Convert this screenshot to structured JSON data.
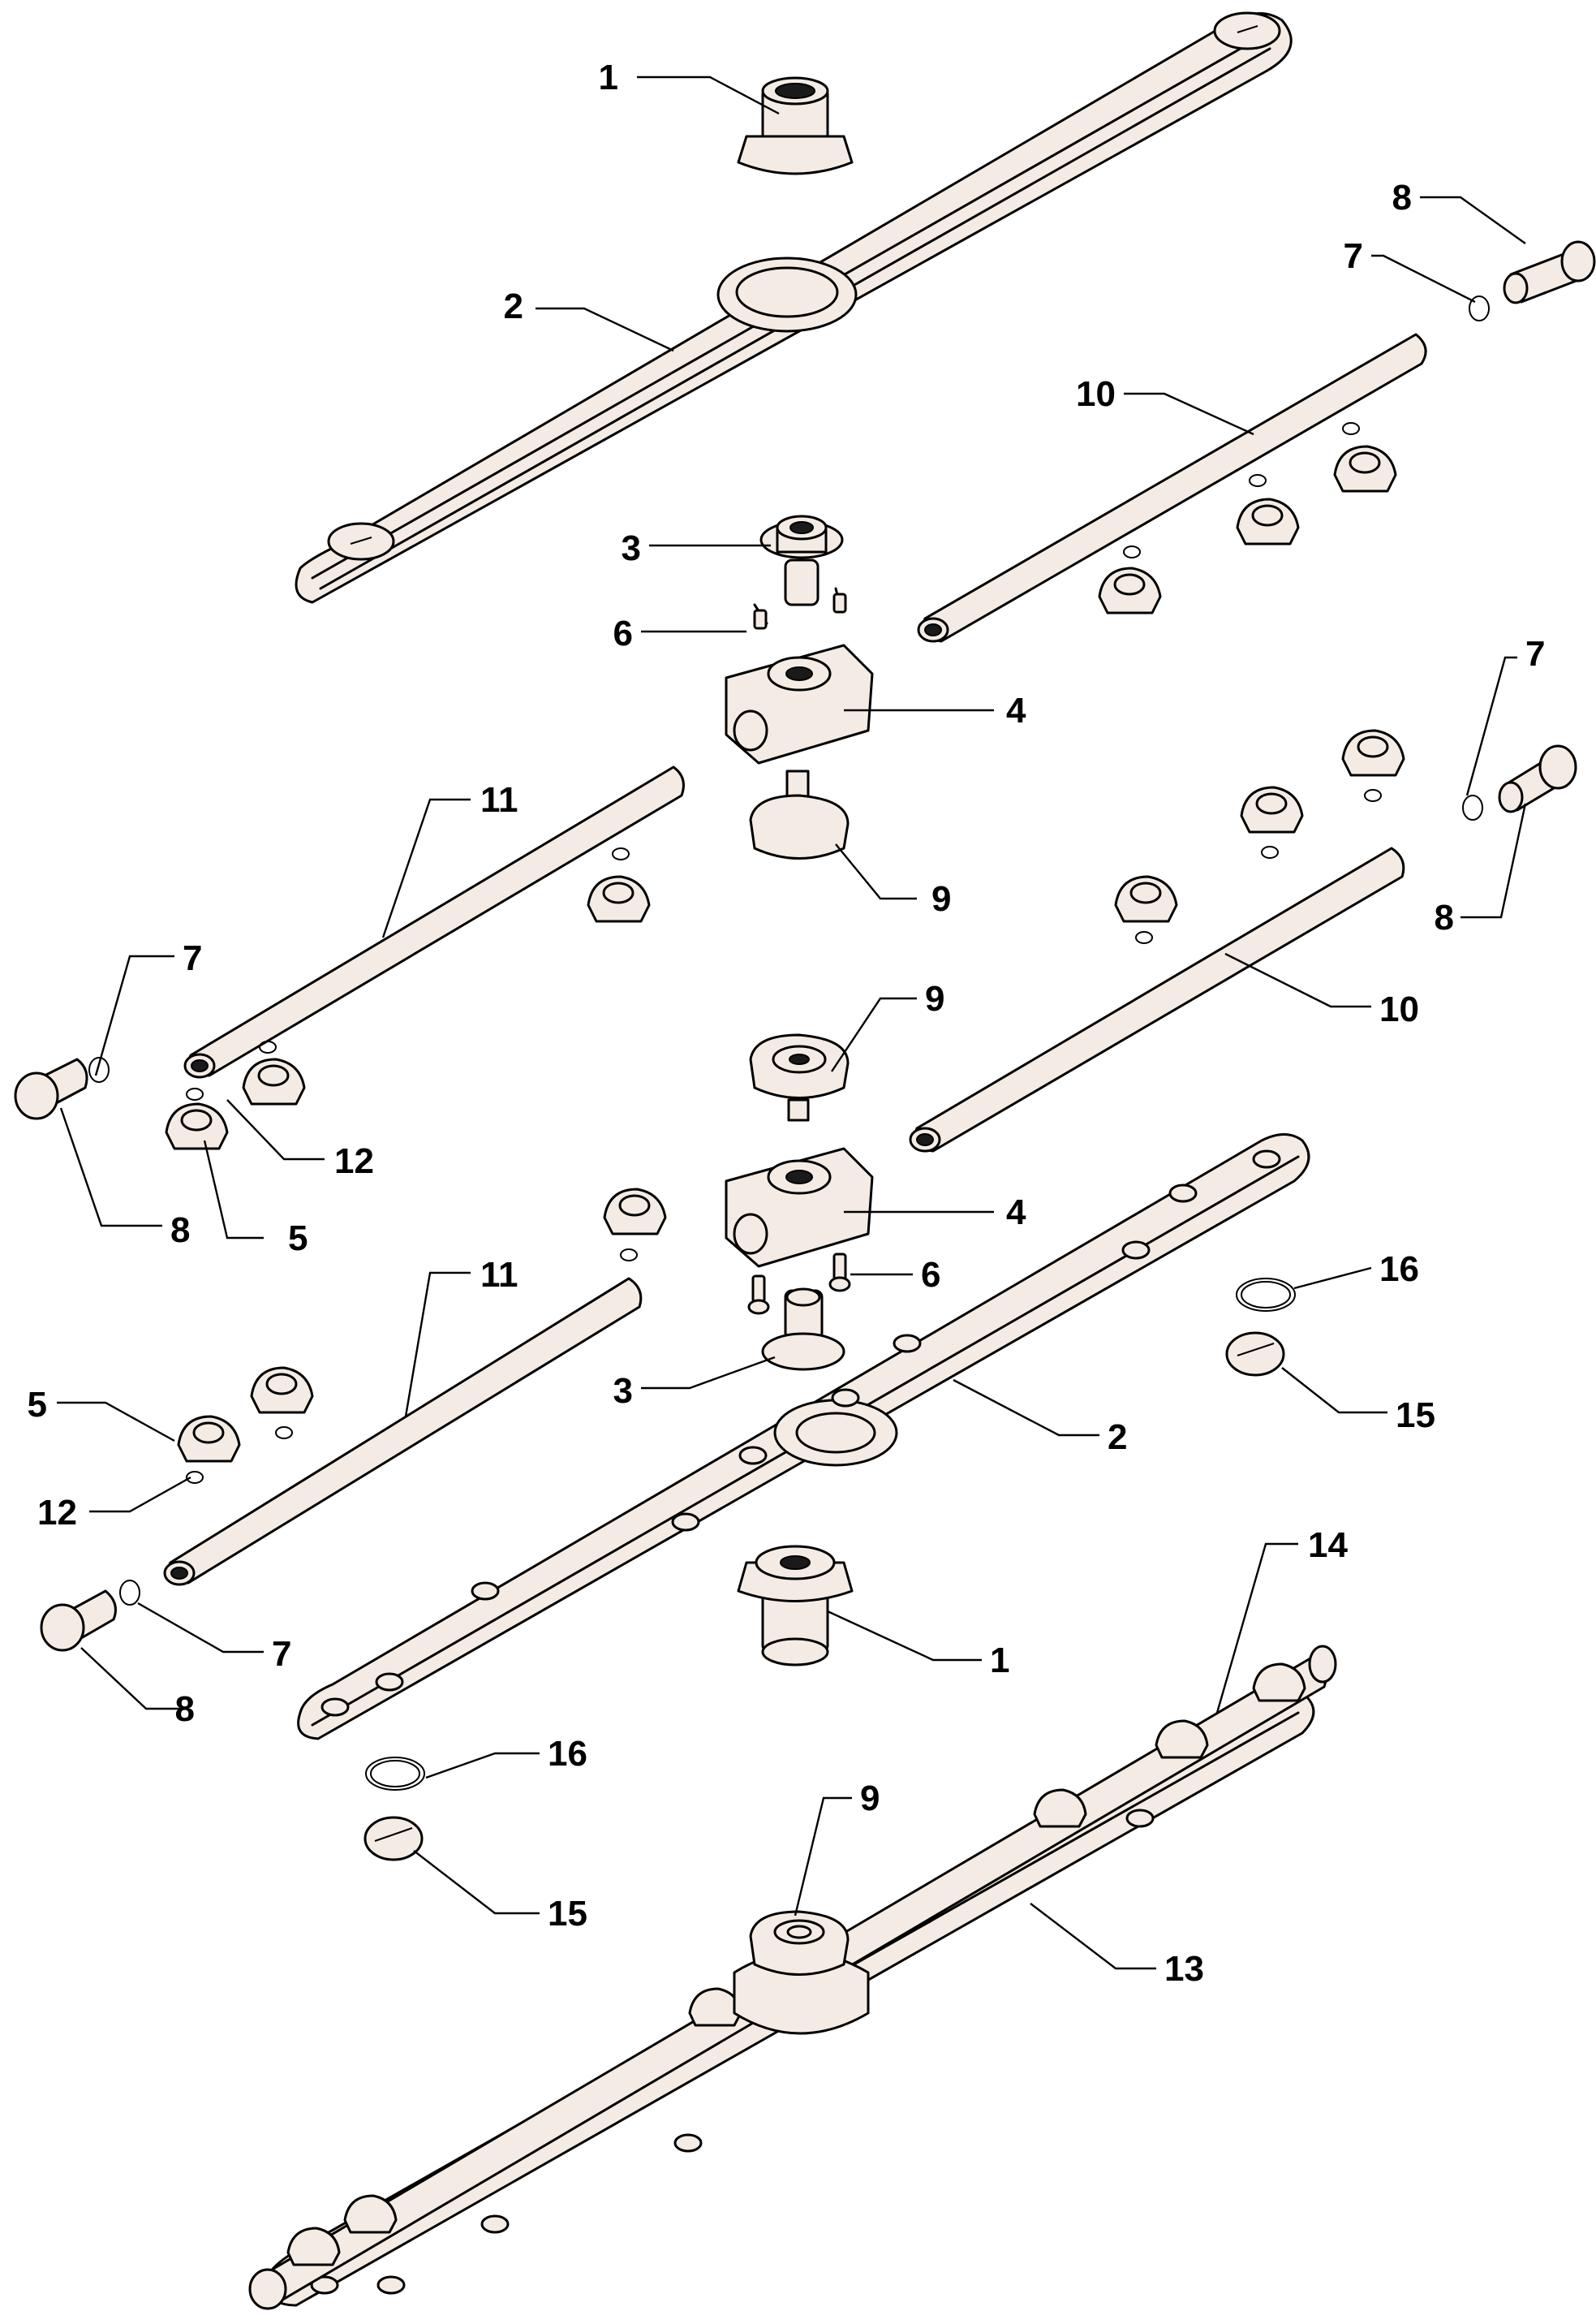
{
  "diagram": {
    "callouts": [
      {
        "text": "1"
      },
      {
        "text": "2"
      },
      {
        "text": "3"
      },
      {
        "text": "6"
      },
      {
        "text": "4"
      },
      {
        "text": "9"
      },
      {
        "text": "11"
      },
      {
        "text": "7"
      },
      {
        "text": "8"
      },
      {
        "text": "12"
      },
      {
        "text": "5"
      },
      {
        "text": "10"
      },
      {
        "text": "7"
      },
      {
        "text": "8"
      },
      {
        "text": "8"
      },
      {
        "text": "7"
      },
      {
        "text": "10"
      },
      {
        "text": "9"
      },
      {
        "text": "4"
      },
      {
        "text": "6"
      },
      {
        "text": "11"
      },
      {
        "text": "16"
      },
      {
        "text": "15"
      },
      {
        "text": "3"
      },
      {
        "text": "2"
      },
      {
        "text": "5"
      },
      {
        "text": "12"
      },
      {
        "text": "7"
      },
      {
        "text": "8"
      },
      {
        "text": "1"
      },
      {
        "text": "14"
      },
      {
        "text": "16"
      },
      {
        "text": "9"
      },
      {
        "text": "15"
      },
      {
        "text": "13"
      }
    ]
  }
}
